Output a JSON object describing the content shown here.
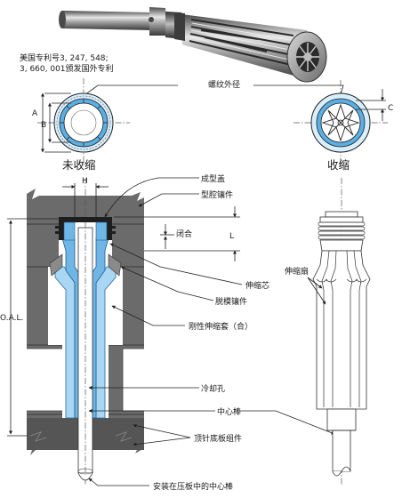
{
  "patent_note": {
    "line1": "美国专利号3, 247, 548;",
    "line2": "3, 660, 001颁发国外专利"
  },
  "top_views": {
    "callout": "螺纹外径",
    "dim_a": "A",
    "dim_b": "B",
    "dim_c": "C"
  },
  "section_titles": {
    "uncollapsed": "未收缩",
    "collapsed": "收缩"
  },
  "left_dims": {
    "h": "H",
    "oal": "O.A.L.",
    "l": "L",
    "shutoff": "闭合"
  },
  "callouts": {
    "molding_cap": "成型盖",
    "cavity_insert": "型腔镶件",
    "collapsible_core": "伸缩芯",
    "stripper_insert": "脱模镶件",
    "rigid_sleeve": "刚性伸缩套（合）",
    "cooling_hole": "冷却孔",
    "center_pin": "中心棒",
    "ejector_plate_assembly": "顶针底板组件",
    "center_pin_in_platen": "安装在压板中的中心棒",
    "collapsible_segments": "伸缩扇"
  },
  "colors": {
    "plastic_part": "#1e1e1e",
    "core_blue": "#6fb6e6",
    "sleeve_blue": "#a9d6f2",
    "mold_steel": "#6b6b6b",
    "mold_steel_light": "#9a9a9a"
  }
}
